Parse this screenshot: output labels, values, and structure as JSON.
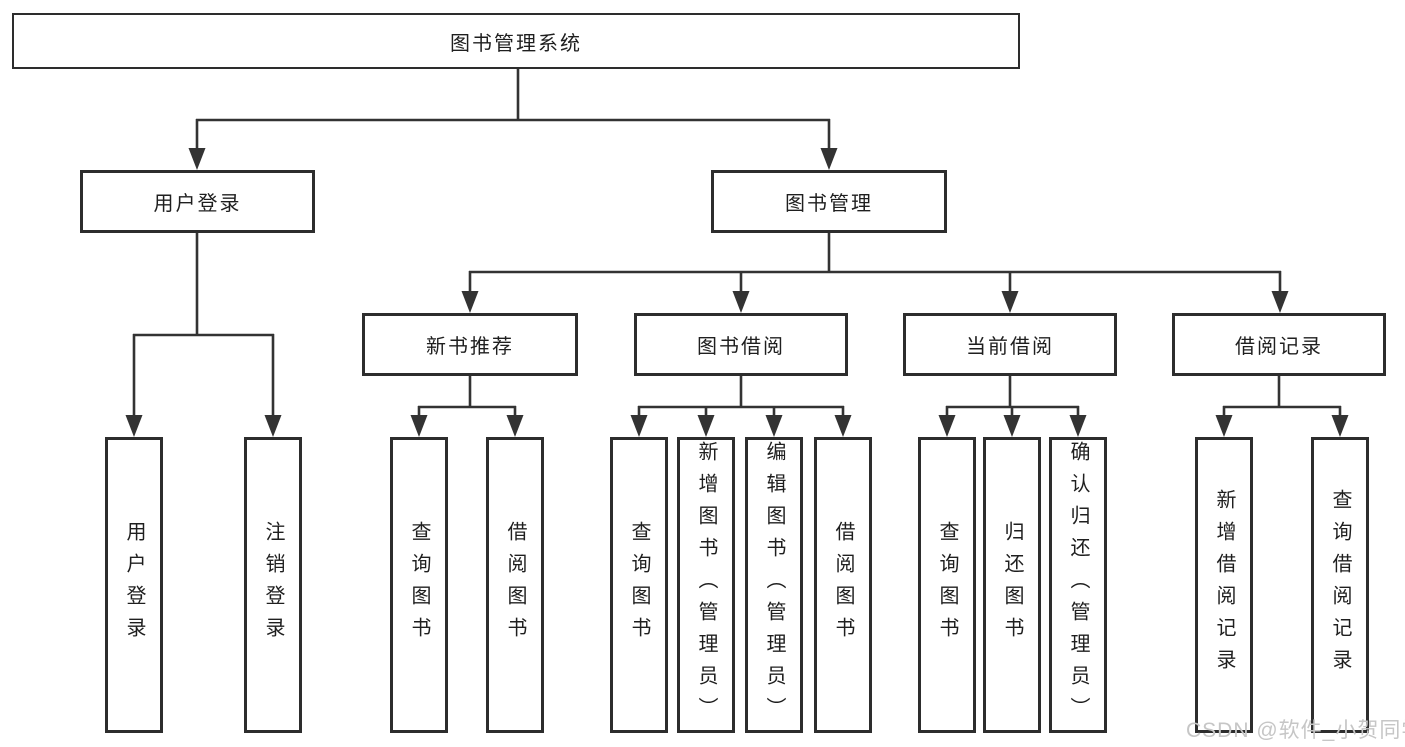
{
  "diagram": {
    "root": "图书管理系统",
    "level2": {
      "user_login": "用户登录",
      "book_mgmt": "图书管理"
    },
    "level3": {
      "recommend": "新书推荐",
      "borrow": "图书借阅",
      "current": "当前借阅",
      "records": "借阅记录"
    },
    "leaves": {
      "login": [
        "用户登录",
        "注销登录"
      ],
      "recommend": [
        "查询图书",
        "借阅图书"
      ],
      "borrow": [
        "查询图书",
        "新增图书（管理员）",
        "编辑图书（管理员）",
        "借阅图书"
      ],
      "current": [
        "查询图书",
        "归还图书",
        "确认归还（管理员）"
      ],
      "records": [
        "新增借阅记录",
        "查询借阅记录"
      ]
    }
  },
  "watermark": "CSDN @软件_小贺同学",
  "colors": {
    "line": "#333333",
    "box-border": "#2d2d2d",
    "text": "#1f1f1f",
    "watermark": "#c6c6c6",
    "bg": "#ffffff"
  }
}
